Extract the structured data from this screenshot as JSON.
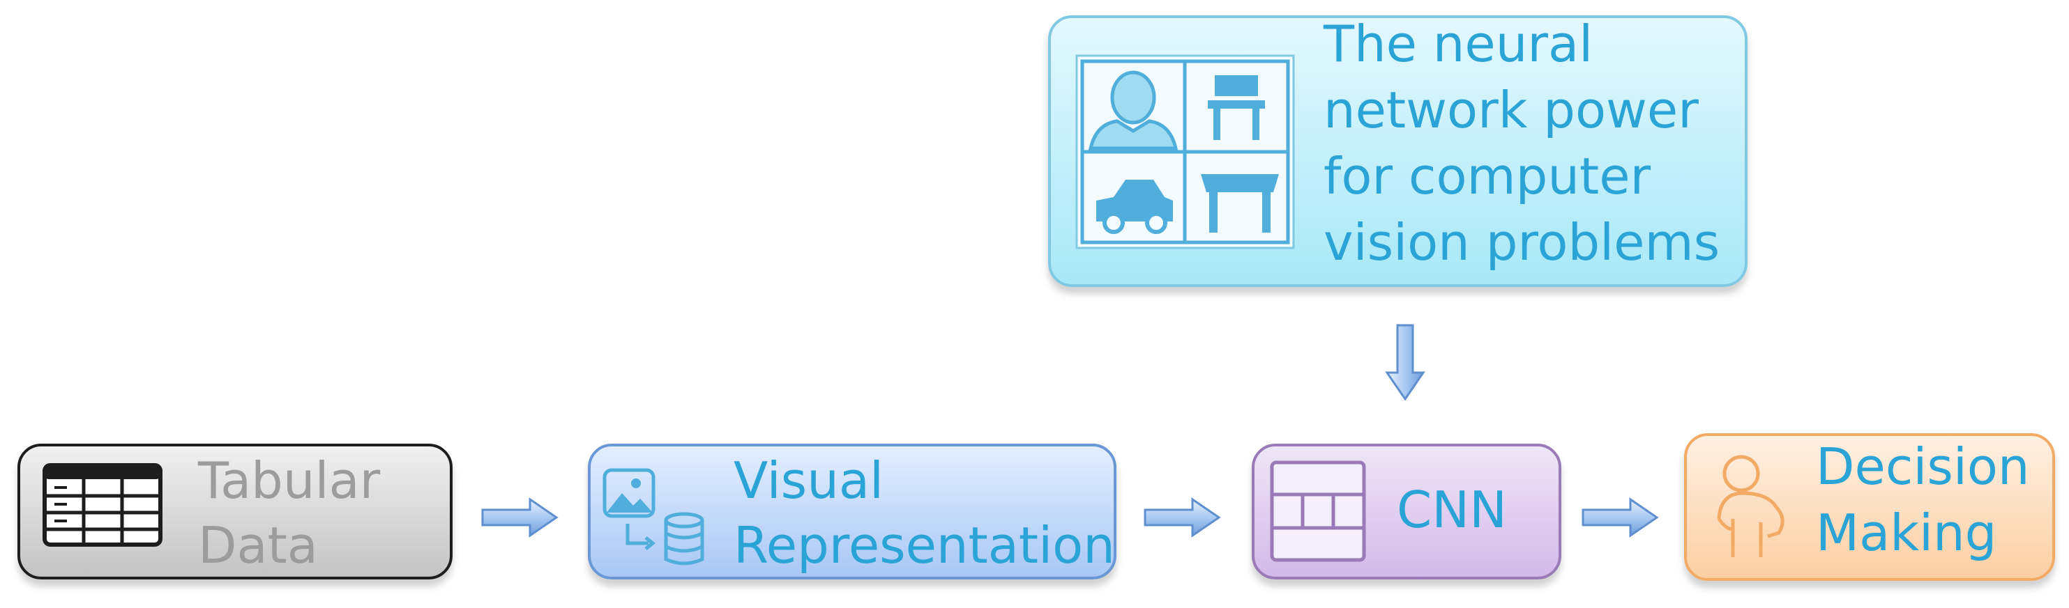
{
  "top_box": {
    "lines": [
      "The neural",
      "network power",
      "for computer",
      "vision problems"
    ]
  },
  "tabular": {
    "lines": [
      "Tabular",
      "Data"
    ]
  },
  "visual": {
    "lines": [
      "Visual",
      "Representation"
    ]
  },
  "cnn": {
    "label": "CNN"
  },
  "decision": {
    "lines": [
      "Decision",
      "Making"
    ]
  },
  "colors": {
    "label_blue": "#2aa3d6",
    "label_gray": "#9c9c9c",
    "icon_blue": "#5cb8df",
    "arrow_fill": "#9cc2f0",
    "arrow_stroke": "#5f8fcf"
  },
  "icons": {
    "top_box": [
      "person-icon",
      "chair-icon",
      "car-icon",
      "table-icon"
    ],
    "tabular": "table-grid-icon",
    "visual": [
      "image-icon",
      "database-icon"
    ],
    "cnn": "layers-grid-icon",
    "decision": "person-thinking-icon"
  }
}
